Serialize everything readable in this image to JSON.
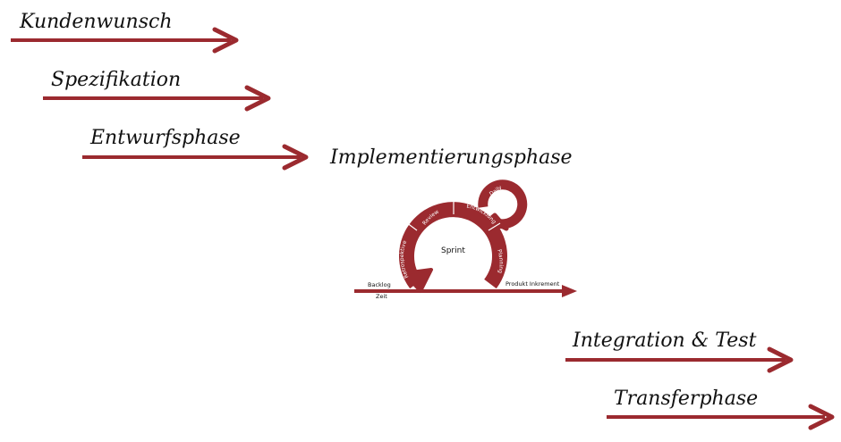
{
  "colors": {
    "arrow": "#9b2a2f",
    "text": "#111111",
    "background": "#ffffff"
  },
  "phases": [
    {
      "label": "Kundenwunsch"
    },
    {
      "label": "Spezifikation"
    },
    {
      "label": "Entwurfsphase"
    },
    {
      "label": "Implementierungsphase"
    },
    {
      "label": "Integration & Test"
    },
    {
      "label": "Transferphase"
    }
  ],
  "scrum": {
    "sprint": "Sprint",
    "daily": "Daily",
    "review": "Review",
    "development": "Entwicklung",
    "retrospective": "Retrospektive",
    "planning": "Planning",
    "backlog": "Backlog",
    "time": "Zeit",
    "increment": "Produkt Inkrement"
  }
}
